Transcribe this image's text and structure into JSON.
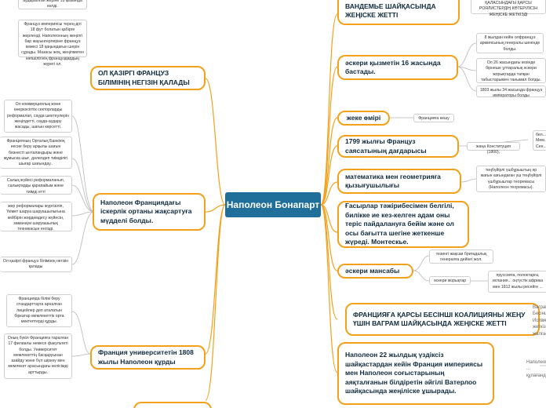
{
  "center": "Наполеон Бонапарт",
  "right": {
    "top_partial": "ВАНДЕМЬЕ ШАЙҚАСЫНДА ЖЕҢІСКЕ ЖЕТТІ",
    "top_sub": "ҚАЛАСЫНДАҒЫ ҚАРСЫ РОЯЛИСТЕРДІҢ КӨТЕРІЛІСІН ЖЕҢІСКЕ ЖЕТКІЗДІ",
    "military16": "әскери қызметін 16 жасында бастады.",
    "military16_subs": [
      "8 жылдан кейін олфранцуз армиясының генералы шенінде болды.",
      "Ол 26 жасындағы кезінде бірнеше ұлтаралық әскери жорықтарда тапқан табыстарымен танымал болды.",
      "1803 жылы 34 жасында француз императоры болды"
    ],
    "private_life": "жеке өмірі",
    "private_sub": "Францияға кешу",
    "constitution": "1799 жылғы Француз саясатының дағдарысы",
    "constitution_sub": "жаңа Конституция (1800),",
    "constitution_sub2": "бел... Мем... Сен...",
    "math": "математика мен геометрияға қызығушылығы",
    "math_sub": "теңбүйірлі үшбұрыштың әр жағын азғындаған үш теңбүйірлі үшбұрыштар теоремасы (Наполеон теоремасы).",
    "montesquieu": "Ғасырлар тәжірибесімен белгілі, билікке ие кез-келген адам оны теріс пайдалануға бейім және ол осы бағытта шегіне жеткенше жүреді. Монтескье.",
    "career": "әскери мансабы",
    "career_subs": [
      "тезингі жақсаи бригадалық генералға дейінгі жол.",
      "әскери жорықтар"
    ],
    "career_sub2": "пруссияға, полоктарға, испания... оңтүстік африка мен 1812 жылы ресейге ...",
    "coalition": "ФРАНЦИЯҒА ҚАРСЫ БЕСІНШІ КОАЛИЦИЯНЫ ЖЕҢУ ҮШІН ВАГРАМ ШАЙҚАСЫНДА ЖЕҢІСКЕ ЖЕТТІ",
    "coalition_sub": "Ваграм Бесінш... Испания... жеткізіп... жалғастыр...",
    "waterloo": "Наполеон 22 жылдық үздіксіз шайқастардан кейін Франция империясы мен Наполеон соғыстарының аяқталғанын білдіретін әйгілі Ватерлоо шайқасында жеңіліске ұшырады.",
    "waterloo_sub": "Наполеон ... құлағанда..."
  },
  "left": {
    "top_sub1": "аударылған жеріне 18 қызында келді.",
    "top_sub2": "Француз империясы терең-дігі 18 фут болатын қабірге жерленді. Наполеонның жеңілгі бар жауынгерлеріне француз кемесі 18 қаңындағын шерін сұрады. Мазасы жоқ, жеңілмеген көпшілігінің француздардың жүрегі ол.",
    "education": "ОЛ ҚАЗІРГІ ФРАНЦУЗ БІЛІМІНІҢ НЕГІЗІН ҚАЛАДЫ",
    "business": "Наполеон Франциядағы іскерлік ортаны жақсартуға мүдделі болды.",
    "business_subs": [
      "Ол коммерциялық және өнеркәсіптік секторларды реформалап, сауда шектеулерін жеңілдетті, сауда-аудару жасады, шағын көрсетті.",
      "Францияның Орталық Банкінің несие беру арқылы шағын бизнесті ынталандыры және жұмыска шығ, дәлелдеп тиімділігі шығар шағындау..",
      "Салық жүйесі реформаланып, салықтарды қарапайым және тиімді етті",
      "жер реформалары жүргізіліп, Үкімет шаруа шаруашылығына кейбірін жәрдемдесу жүйесін, заманауи шаруашылық техникасын енгізді."
    ],
    "education_sub": "Ол қазіргі француз білімінің негізін қалады",
    "university": "Франция университетін 1808 жылы Наполеон құрды",
    "university_subs": [
      "Францияда білім беру стандарттауға арналған лицейлер деп аталатын біркатар мемлекеттік орта мектептерді құрды.",
      "Оның бүкіл Францияға таралған 17 филиалы немесе факультеті болды. Университет мемлекеттің басқаруынан азайду және бүл шіркеу мен мемлекет арасындағы келісімді арттырды."
    ]
  }
}
